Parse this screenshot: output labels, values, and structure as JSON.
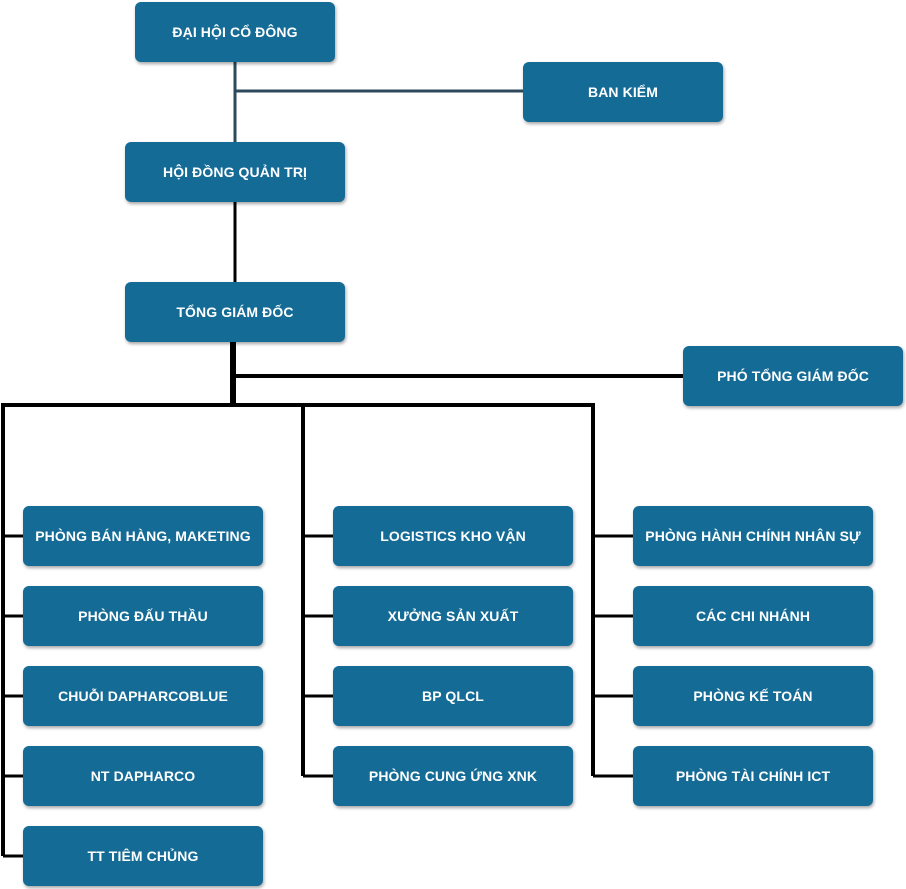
{
  "colors": {
    "box_fill": "#146b96",
    "box_text": "#ffffff",
    "connector": "#000000",
    "connector_top": "#2c4a5c"
  },
  "top": {
    "shareholders": "ĐẠI HỘI CỔ ĐÔNG",
    "supervisory": "BAN KIỂM",
    "board": "HỘI ĐỒNG QUẢN TRỊ",
    "ceo": "TỔNG GIÁM ĐỐC",
    "deputy_ceo": "PHÓ TỔNG GIÁM ĐỐC"
  },
  "columns": {
    "left": [
      "PHÒNG BÁN HÀNG, MAKETING",
      "PHÒNG ĐẤU THẦU",
      "CHUỖI DAPHARCOBLUE",
      "NT DAPHARCO",
      "TT TIÊM CHỦNG"
    ],
    "middle": [
      "LOGISTICS KHO VẬN",
      "XƯỞNG SẢN XUẤT",
      "BP QLCL",
      "PHÒNG CUNG ỨNG XNK"
    ],
    "right": [
      "PHÒNG HÀNH CHÍNH NHÂN SỰ",
      "CÁC CHI NHÁNH",
      "PHÒNG KẾ TOÁN",
      "PHÒNG TÀI CHÍNH ICT"
    ]
  }
}
